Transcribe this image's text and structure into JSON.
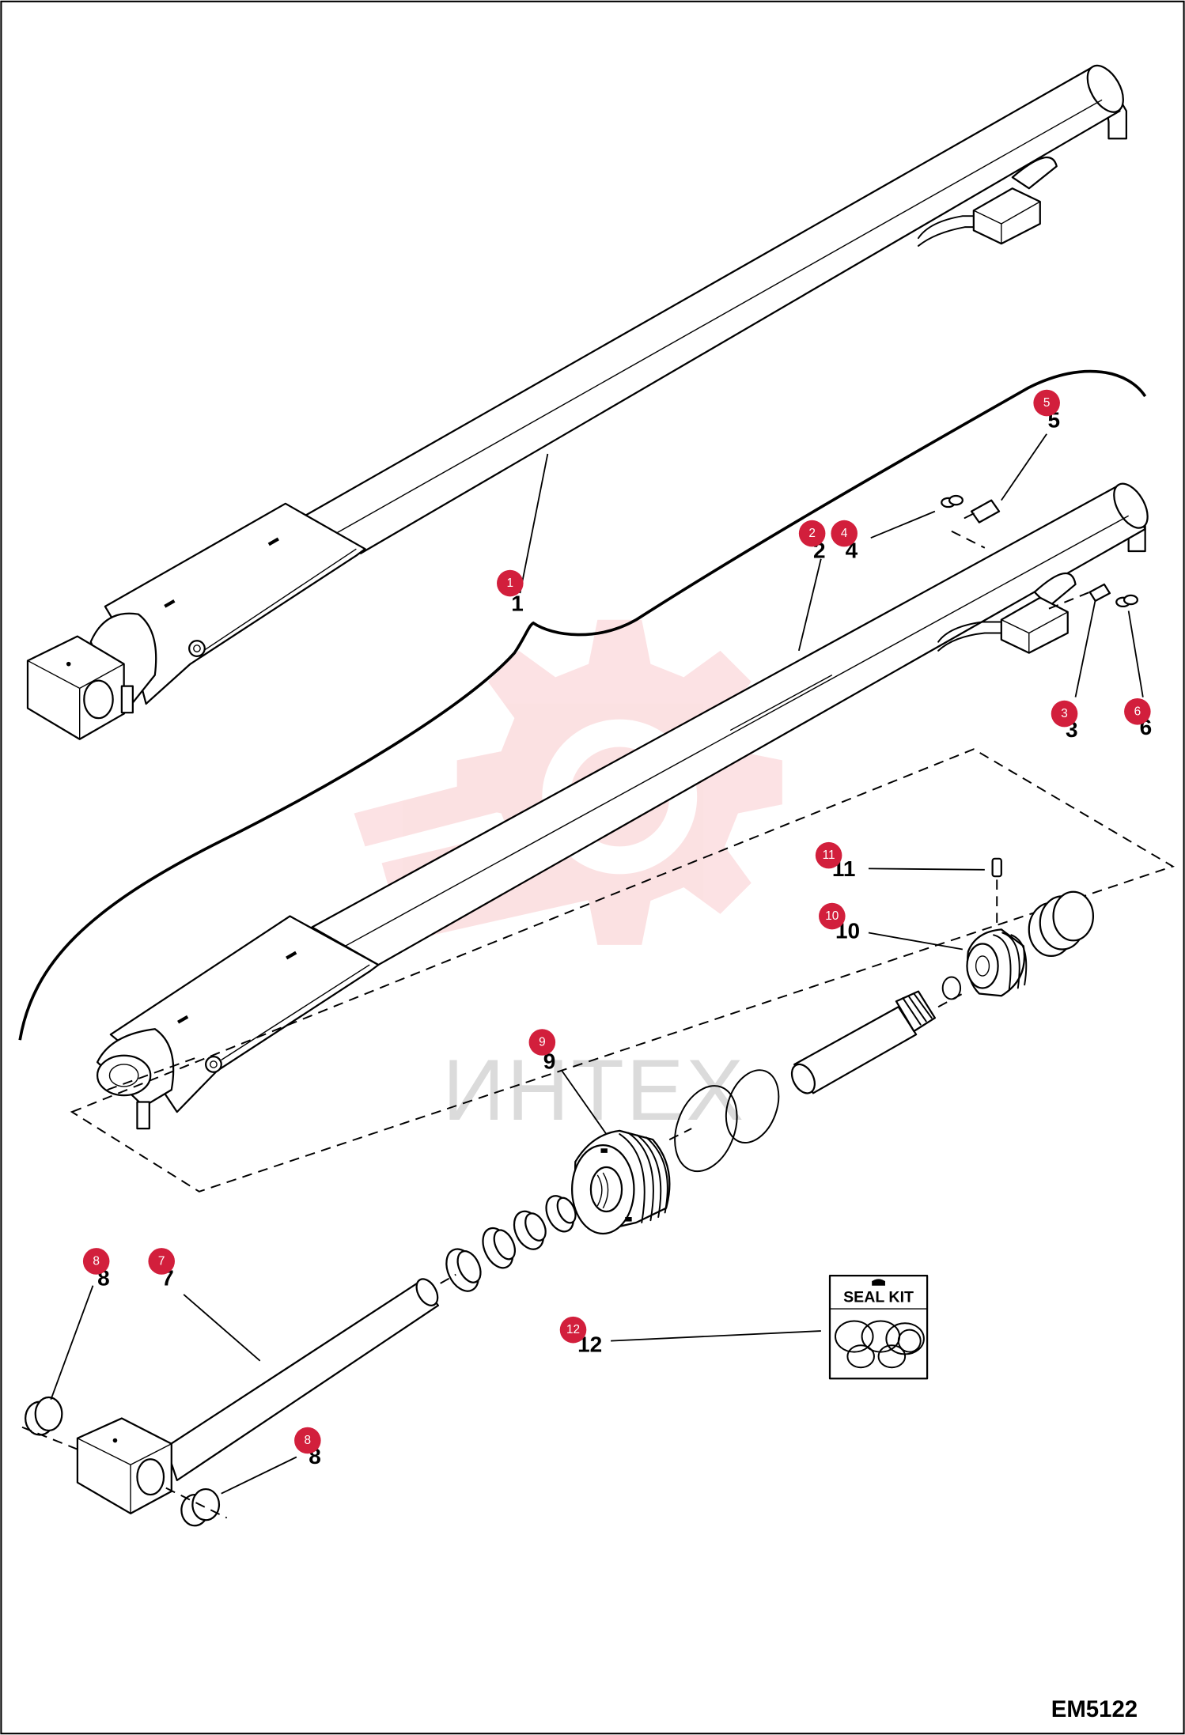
{
  "callouts": [
    {
      "label": "1"
    },
    {
      "label": "2"
    },
    {
      "label": "4"
    },
    {
      "label": "5"
    },
    {
      "label": "3"
    },
    {
      "label": "6"
    },
    {
      "label": "11"
    },
    {
      "label": "10"
    },
    {
      "label": "9"
    },
    {
      "label": "8"
    },
    {
      "label": "7"
    },
    {
      "label": "8"
    },
    {
      "label": "12"
    }
  ],
  "seal_kit": {
    "label": "SEAL KIT"
  },
  "watermark": {
    "text": "ИНТЕХ"
  },
  "drawing_code": "EM5122",
  "colors": {
    "badge": "#d21f3c",
    "watermark_gear": "#e8353d"
  }
}
